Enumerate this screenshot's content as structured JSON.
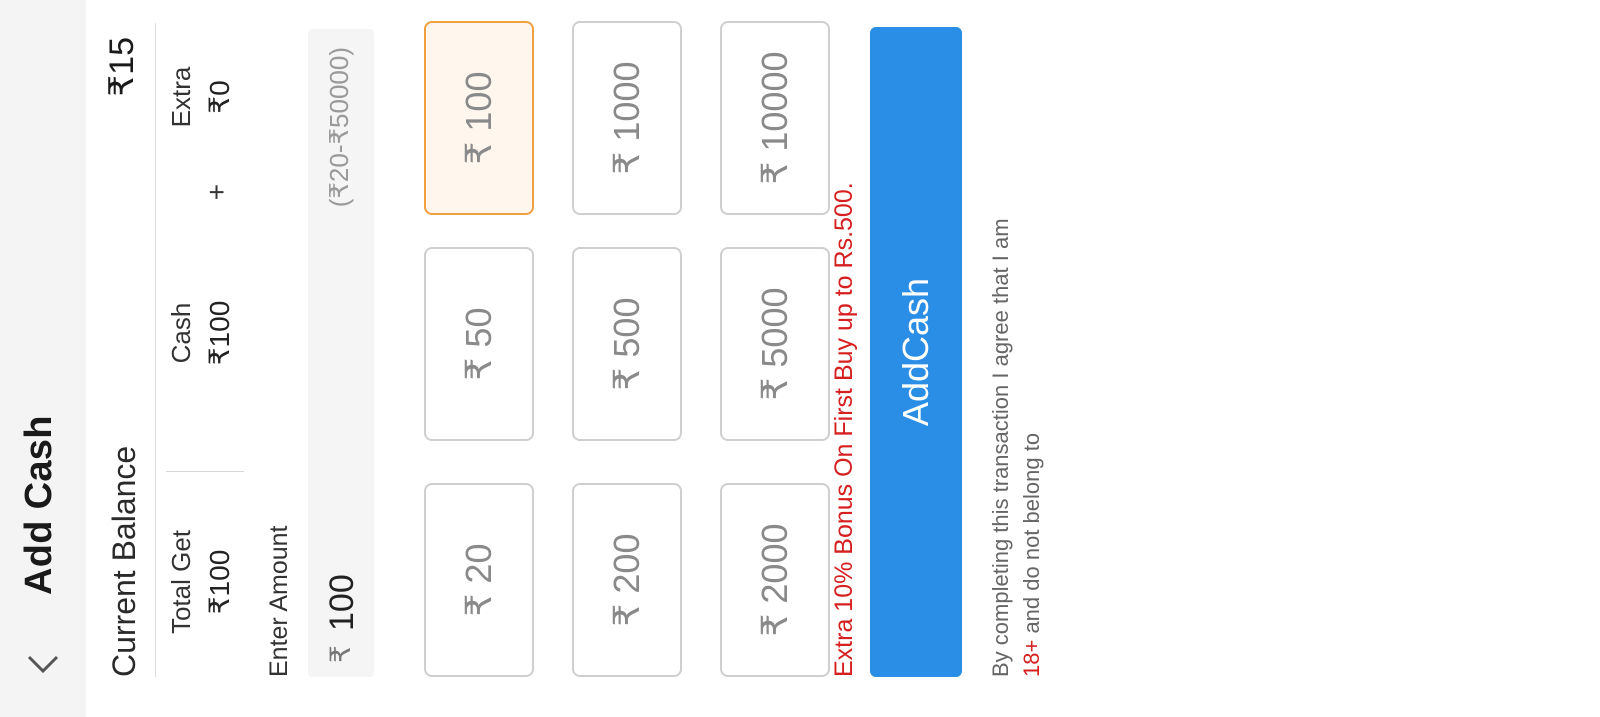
{
  "header": {
    "title": "Add Cash",
    "back_icon": "chevron-left-icon"
  },
  "balance": {
    "label": "Current Balance",
    "value": "₹15"
  },
  "summary": {
    "total_label": "Total Get",
    "total_value": "₹100",
    "cash_label": "Cash",
    "cash_value": "₹100",
    "plus": "+",
    "extra_label": "Extra",
    "extra_value": "₹0"
  },
  "amount": {
    "label": "Enter Amount",
    "currency": "₹",
    "value": "100",
    "range": "(₹20-₹50000)"
  },
  "chips": [
    {
      "label": "₹ 20",
      "selected": false
    },
    {
      "label": "₹ 50",
      "selected": false
    },
    {
      "label": "₹ 100",
      "selected": true
    },
    {
      "label": "₹ 200",
      "selected": false
    },
    {
      "label": "₹ 500",
      "selected": false
    },
    {
      "label": "₹ 1000",
      "selected": false
    },
    {
      "label": "₹ 2000",
      "selected": false
    },
    {
      "label": "₹ 5000",
      "selected": false
    },
    {
      "label": "₹ 10000",
      "selected": false
    }
  ],
  "bonus_text": "Extra 10% Bonus On First Buy up to Rs.500.",
  "add_button": "AddCash",
  "terms": {
    "part1": "By completing this transaction I agree that I am ",
    "age": "18+",
    "part2": " and do not belong to"
  },
  "colors": {
    "primary": "#2b8ee6",
    "bonus": "#d61f1f",
    "selected_border": "#f0a040"
  }
}
